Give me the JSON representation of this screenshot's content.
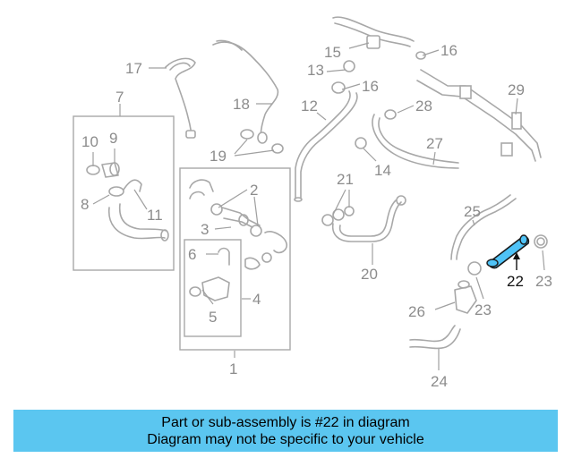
{
  "callouts": {
    "c1": "1",
    "c2": "2",
    "c3": "3",
    "c4": "4",
    "c5": "5",
    "c6": "6",
    "c7": "7",
    "c8": "8",
    "c9": "9",
    "c10": "10",
    "c11": "11",
    "c12": "12",
    "c13": "13",
    "c14": "14",
    "c15": "15",
    "c16a": "16",
    "c16b": "16",
    "c17": "17",
    "c18": "18",
    "c19": "19",
    "c20": "20",
    "c21": "21",
    "c22": "22",
    "c23a": "23",
    "c23b": "23",
    "c24": "24",
    "c25": "25",
    "c26": "26",
    "c27": "27",
    "c28": "28",
    "c29": "29"
  },
  "highlight": {
    "part_number": "22",
    "color": "#4fc3f7"
  },
  "banner": {
    "line1": "Part or sub-assembly is #22 in diagram",
    "line2": "Diagram may not be specific to your vehicle",
    "color": "#5bc6f0"
  }
}
